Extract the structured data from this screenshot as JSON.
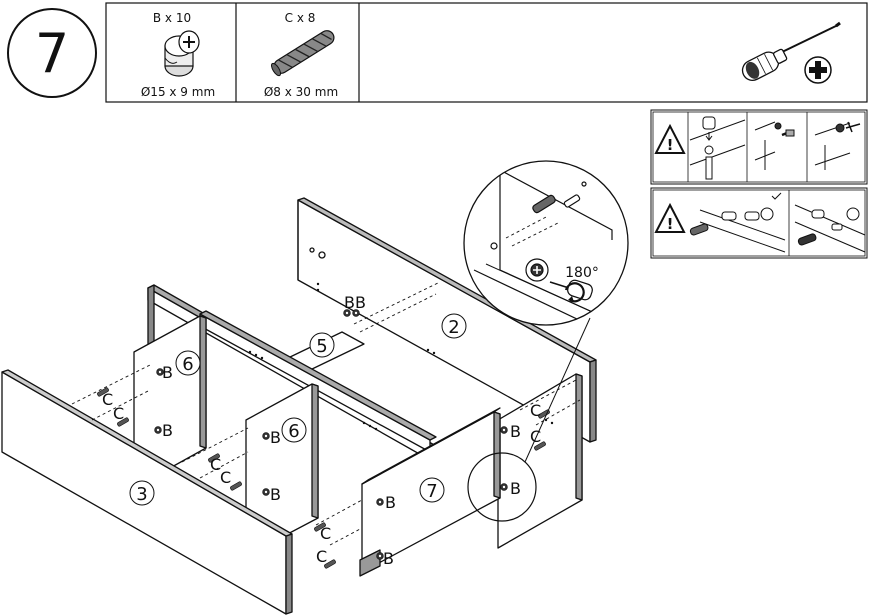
{
  "step": {
    "number": "7"
  },
  "parts": [
    {
      "label": "B x 10",
      "size": "Ø15 x 9 mm",
      "icon": "cam-lock-icon"
    },
    {
      "label": "C x 8",
      "size": "Ø8 x 30 mm",
      "icon": "wooden-dowel-icon"
    }
  ],
  "tool": {
    "icon": "phillips-screwdriver-icon"
  },
  "detail": {
    "rotation": "180°"
  },
  "panels": {
    "p2": "2",
    "p3": "3",
    "p5": "5",
    "p6a": "6",
    "p6b": "6",
    "p7": "7"
  },
  "callouts": {
    "B": "B",
    "C": "C"
  }
}
